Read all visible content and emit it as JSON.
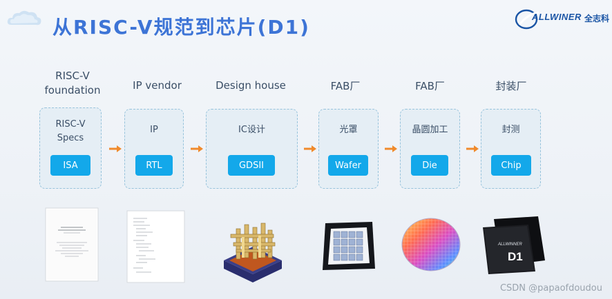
{
  "header": {
    "title": "从RISC-V规范到芯片(D1)",
    "logo_text": "ALLWINER",
    "logo_cn": "全志科"
  },
  "flow": [
    {
      "heading": "RISC-V\nfoundation",
      "card_title": "RISC-V\nSpecs",
      "pill": "ISA",
      "image": "spec-document"
    },
    {
      "heading": "IP vendor",
      "card_title": "IP",
      "pill": "RTL",
      "image": "rtl-code-document"
    },
    {
      "heading": "Design house",
      "card_title": "IC设计",
      "pill": "GDSII",
      "image": "chip-layout-3d"
    },
    {
      "heading": "FAB厂",
      "card_title": "光罩",
      "pill": "Wafer",
      "image": "photomask"
    },
    {
      "heading": "FAB厂",
      "card_title": "晶圆加工",
      "pill": "Die",
      "image": "wafer"
    },
    {
      "heading": "封装厂",
      "card_title": "封测",
      "pill": "Chip",
      "image": "packaged-chip"
    }
  ],
  "chip_label": "D1",
  "chip_brand": "ALLWINNER",
  "watermark": "CSDN @papaofdoudou",
  "colors": {
    "title": "#3d74d6",
    "pill": "#13a8ea",
    "arrow": "#f08a2c",
    "card_border": "#97c3dc"
  }
}
